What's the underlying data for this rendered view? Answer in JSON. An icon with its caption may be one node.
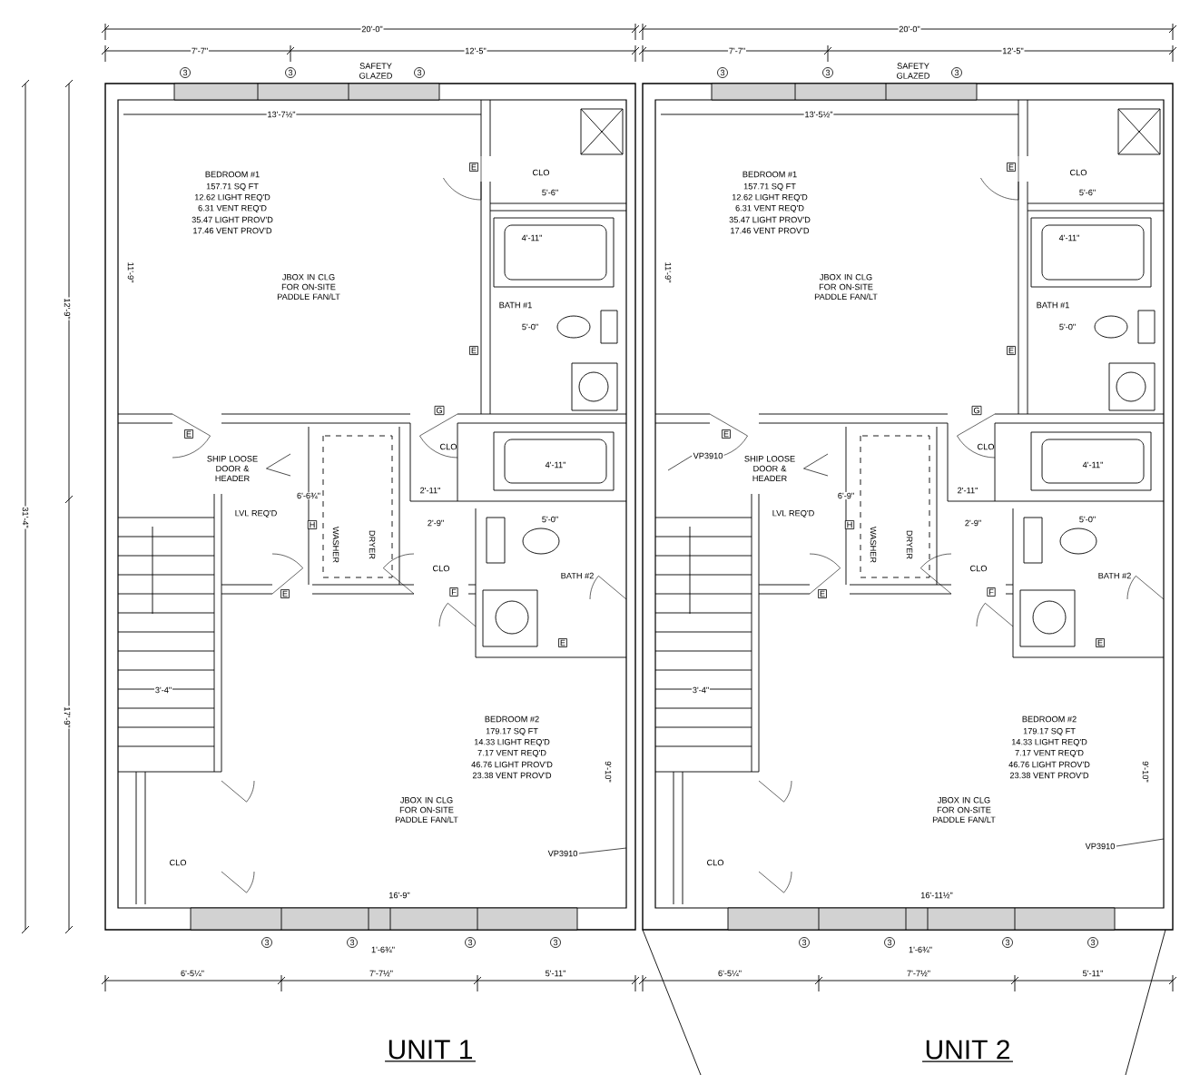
{
  "diagram": {
    "nodes": [
      {
        "text": [
          "SHIP LOOSE DOOR & HEADER"
        ]
      },
      {
        "text": [
          "VP3910"
        ]
      },
      {
        "text": [
          "VP3910"
        ]
      },
      {
        "text": [
          "SHIP LOOSE DOOR & HEADER"
        ]
      },
      {
        "text": [
          "VP3910"
        ]
      }
    ],
    "edges": [
      {
        "from": 0,
        "to": null,
        "arrow": "none"
      },
      {
        "from": 0,
        "to": null,
        "arrow": "none"
      },
      {
        "from": 1,
        "to": null,
        "arrow": "none"
      },
      {
        "from": 2,
        "to": null,
        "arrow": "none"
      },
      {
        "from": 3,
        "to": null,
        "arrow": "none"
      },
      {
        "from": 3,
        "to": null,
        "arrow": "none"
      },
      {
        "from": 4,
        "to": null,
        "arrow": "none"
      }
    ],
    "labels": [
      "20'-0\"",
      "7'-7\"",
      "12'-5\"",
      "3",
      "3",
      "SAFETY GLAZED",
      "3",
      "13'-7½\"",
      "BEDROOM #1",
      "157.71 SQ FT",
      "12.62 LIGHT REQ'D",
      "6.31 VENT REQ'D",
      "35.47 LIGHT PROV'D",
      "17.46 VENT PROV'D",
      "JBOX IN CLG FOR ON-SITE PADDLE FAN/LT",
      "E",
      "CLO",
      "5'-6\"",
      "4'-11\"",
      "BATH #1",
      "5'-0\"",
      "E",
      "11'-9\"",
      "12'-9\"",
      "31'-4\"",
      "17'-9\"",
      "E",
      "G",
      "CLO",
      "4'-11\"",
      "6'-6¾\"",
      "2'-11\"",
      "LVL REQ'D",
      "H",
      "WASHER",
      "DRYER",
      "2'-9\"",
      "5'-0\"",
      "CLO",
      "BATH #2",
      "E",
      "F",
      "E",
      "3'-4\"",
      "BEDROOM #2",
      "179.17 SQ FT",
      "14.33 LIGHT REQ'D",
      "7.17 VENT REQ'D",
      "46.76 LIGHT PROV'D",
      "23.38 VENT PROV'D",
      "JBOX IN CLG FOR ON-SITE PADDLE FAN/LT",
      "9'-10\"",
      "CLO",
      "16'-9\"",
      "3",
      "3",
      "1'-6¾\"",
      "3",
      "3",
      "6'-5¼\"",
      "7'-7½\"",
      "5'-11\"",
      "20'-0\"",
      "7'-7\"",
      "12'-5\"",
      "3",
      "3",
      "SAFETY GLAZED",
      "3",
      "13'-5½\"",
      "BEDROOM #1",
      "157.71 SQ FT",
      "12.62 LIGHT REQ'D",
      "6.31 VENT REQ'D",
      "35.47 LIGHT PROV'D",
      "17.46 VENT PROV'D",
      "JBOX IN CLG FOR ON-SITE PADDLE FAN/LT",
      "E",
      "CLO",
      "5'-6\"",
      "4'-11\"",
      "BATH #1",
      "5'-0\"",
      "E",
      "11'-9\"",
      "E",
      "G",
      "CLO",
      "4'-11\"",
      "6'-9\"",
      "2'-11\"",
      "LVL REQ'D",
      "H",
      "WASHER",
      "DRYER",
      "2'-9\"",
      "5'-0\"",
      "CLO",
      "BATH #2",
      "E",
      "F",
      "E",
      "3'-4\"",
      "BEDROOM #2",
      "179.17 SQ FT",
      "14.33 LIGHT REQ'D",
      "7.17 VENT REQ'D",
      "46.76 LIGHT PROV'D",
      "23.38 VENT PROV'D",
      "JBOX IN CLG FOR ON-SITE PADDLE FAN/LT",
      "9'-10\"",
      "CLO",
      "16'-11½\"",
      "3",
      "3",
      "1'-6¾\"",
      "3",
      "3",
      "6'-5¼\"",
      "7'-7½\"",
      "5'-11\"",
      "UNIT 1",
      "UNIT 2"
    ]
  }
}
